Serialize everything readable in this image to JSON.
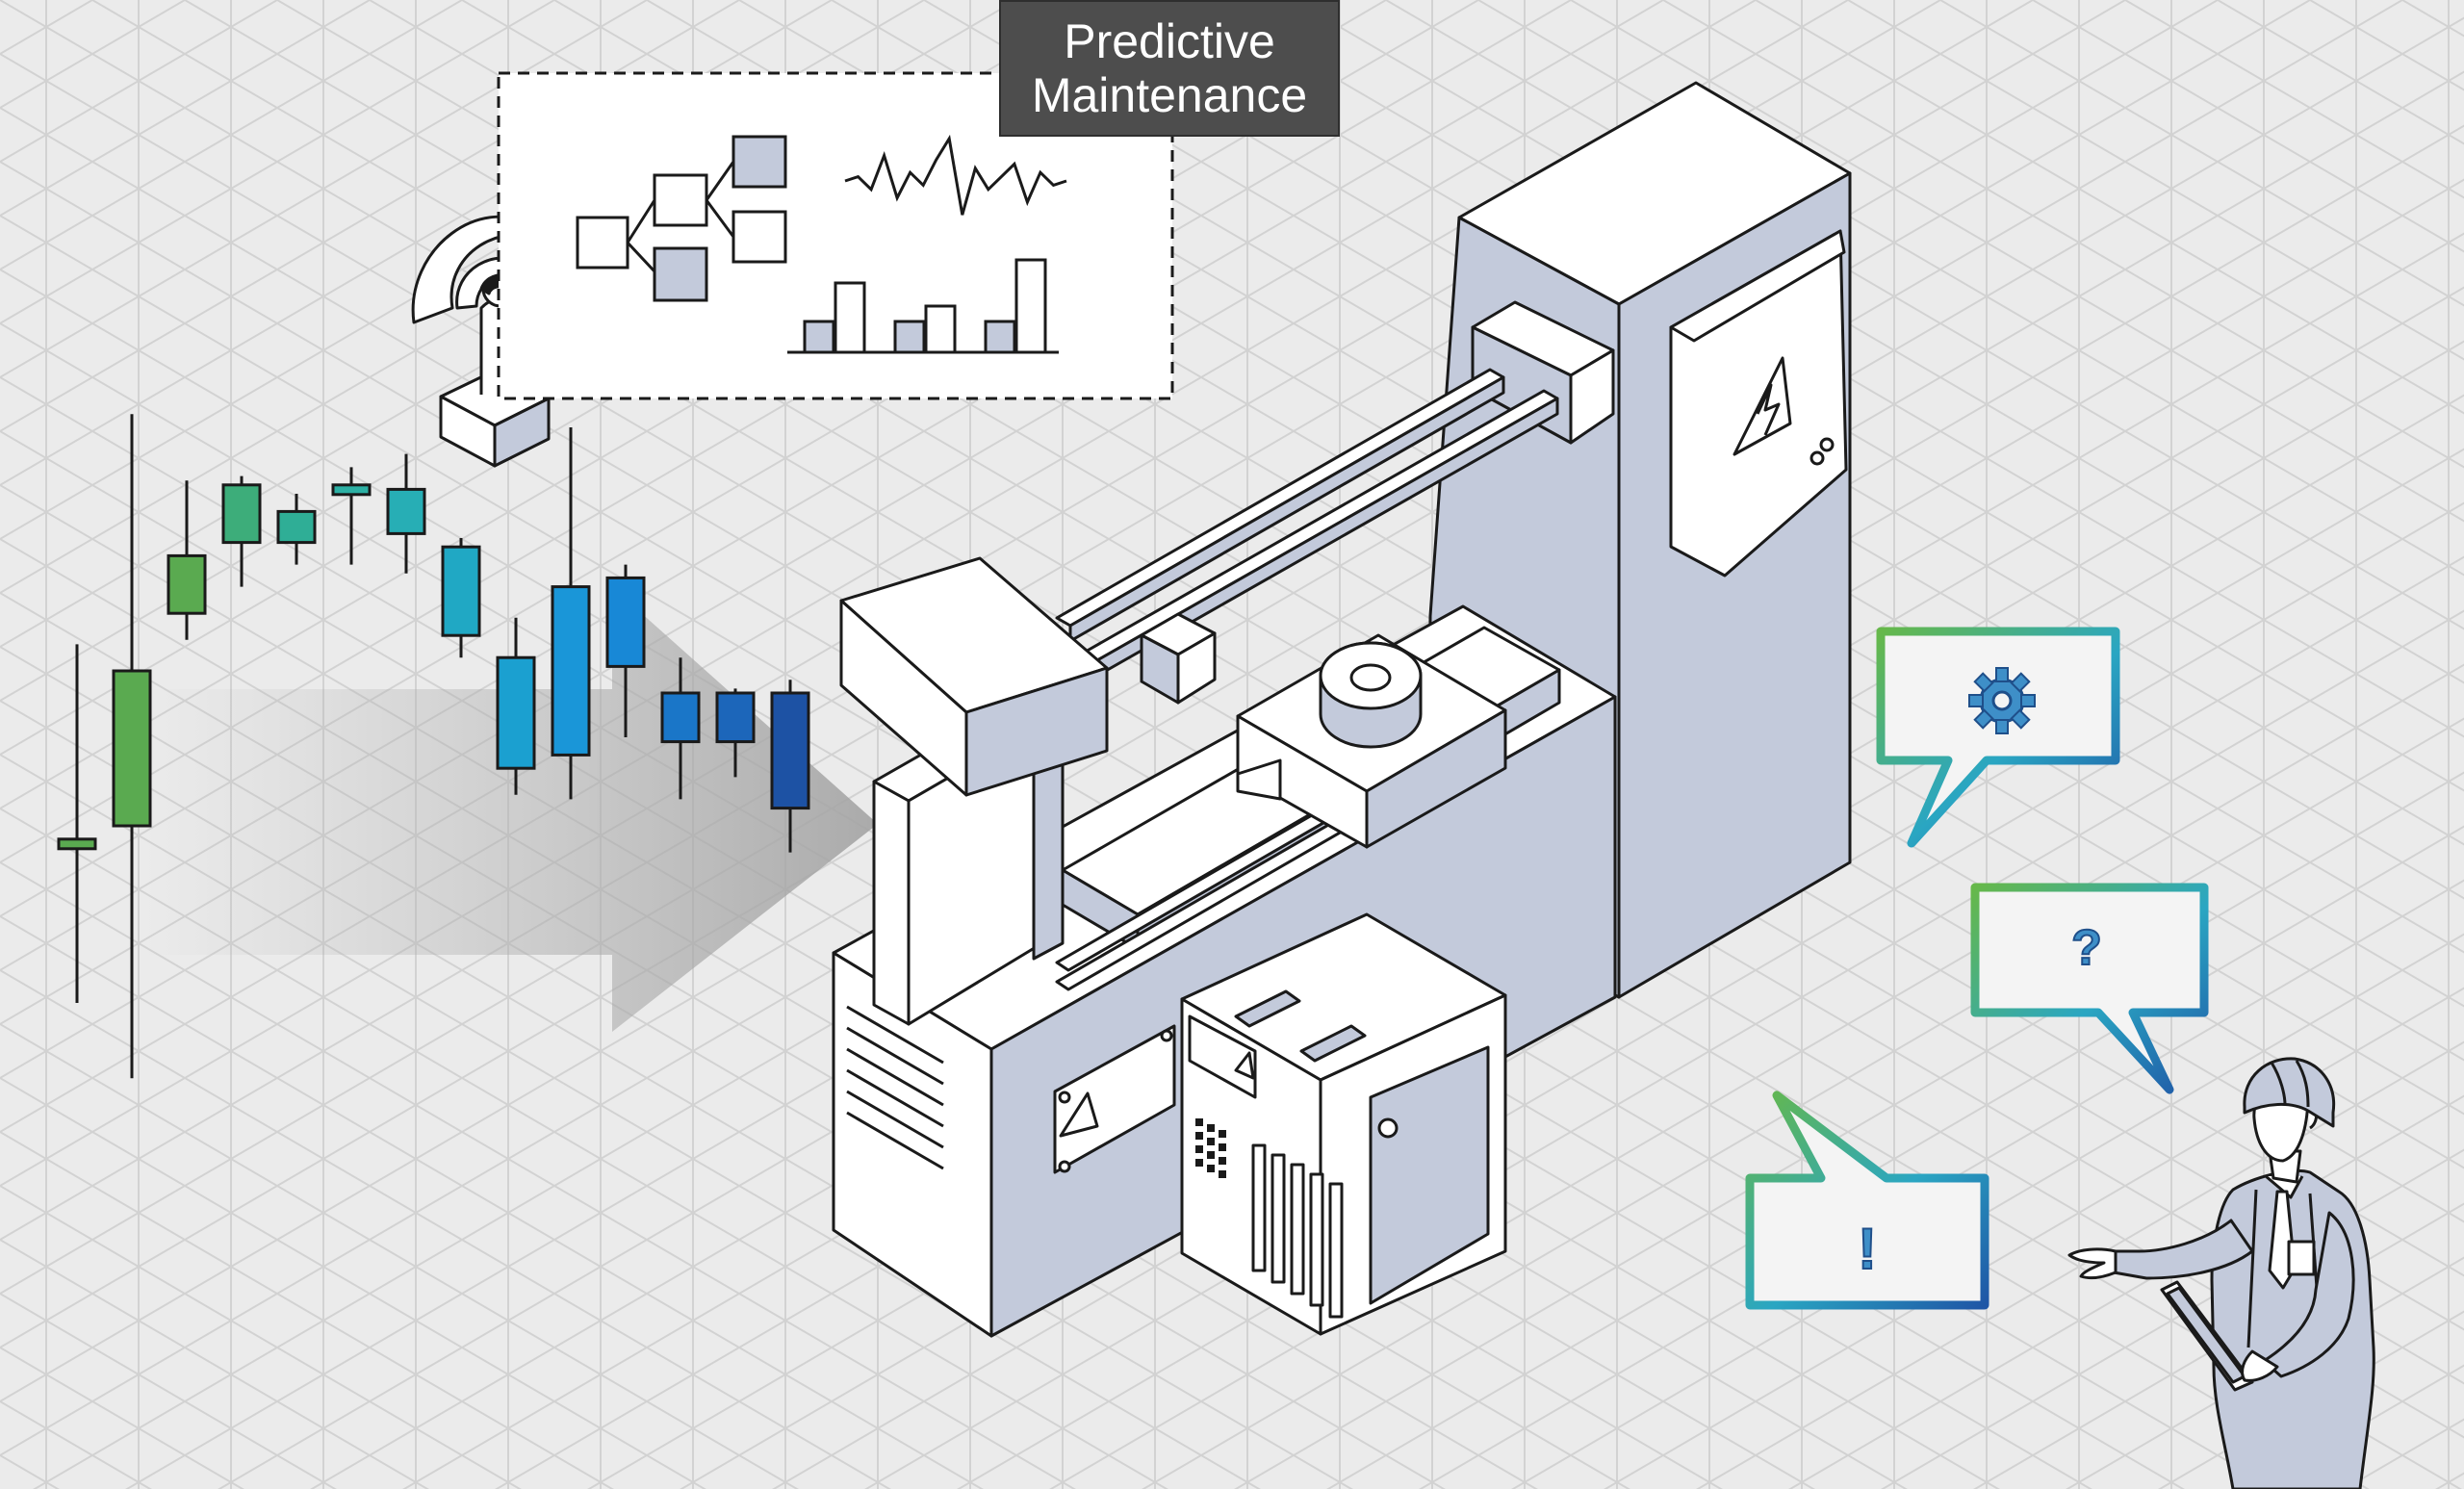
{
  "title": {
    "line1": "Predictive",
    "line2": "Maintenance"
  },
  "bubbles": {
    "gear_icon": "gear-icon",
    "question_mark": "?",
    "exclamation_mark": "!"
  },
  "colors": {
    "background": "#ebebeb",
    "grid": "#d2d2d2",
    "machine_fill": "#c3cadb",
    "outline": "#1a1a1a",
    "accent_green": "#5aaa50",
    "accent_blue": "#1f5aa8",
    "title_fill": "#4d4d4d"
  },
  "candles": [
    {
      "open": 65,
      "close": 67,
      "high": 111,
      "low": 30,
      "color": "#5aaa50"
    },
    {
      "open": 70,
      "close": 105,
      "high": 163,
      "low": 13,
      "color": "#5aaa50"
    },
    {
      "open": 118,
      "close": 131,
      "high": 148,
      "low": 112,
      "color": "#5aaa50"
    },
    {
      "open": 134,
      "close": 147,
      "high": 149,
      "low": 124,
      "color": "#3dad7a"
    },
    {
      "open": 134,
      "close": 141,
      "high": 145,
      "low": 129,
      "color": "#2fae96"
    },
    {
      "open": 145,
      "close": 147,
      "high": 151,
      "low": 129,
      "color": "#2cb0a4"
    },
    {
      "open": 136,
      "close": 146,
      "high": 154,
      "low": 127,
      "color": "#27aeb5"
    },
    {
      "open": 113,
      "close": 133,
      "high": 135,
      "low": 108,
      "color": "#20a8c4"
    },
    {
      "open": 83,
      "close": 108,
      "high": 117,
      "low": 77,
      "color": "#1ba0d0"
    },
    {
      "open": 86,
      "close": 124,
      "high": 160,
      "low": 76,
      "color": "#1a96d8"
    },
    {
      "open": 106,
      "close": 126,
      "high": 129,
      "low": 90,
      "color": "#1888d6"
    },
    {
      "open": 89,
      "close": 100,
      "high": 108,
      "low": 76,
      "color": "#1a76c8"
    },
    {
      "open": 89,
      "close": 100,
      "high": 101,
      "low": 81,
      "color": "#1c66ba"
    },
    {
      "open": 74,
      "close": 100,
      "high": 103,
      "low": 64,
      "color": "#1d52a4"
    }
  ],
  "bar_chart": {
    "values": [
      0.4,
      0.9,
      0.4,
      0.6,
      0.4,
      1.2
    ]
  },
  "signal": {
    "amplitudes": [
      0,
      0.1,
      -0.2,
      0.6,
      -0.4,
      0.2,
      -0.1,
      0.5,
      1.0,
      -0.8,
      0.3,
      -0.2,
      0.1,
      0.4,
      -0.5,
      0.2,
      -0.1,
      0
    ]
  }
}
